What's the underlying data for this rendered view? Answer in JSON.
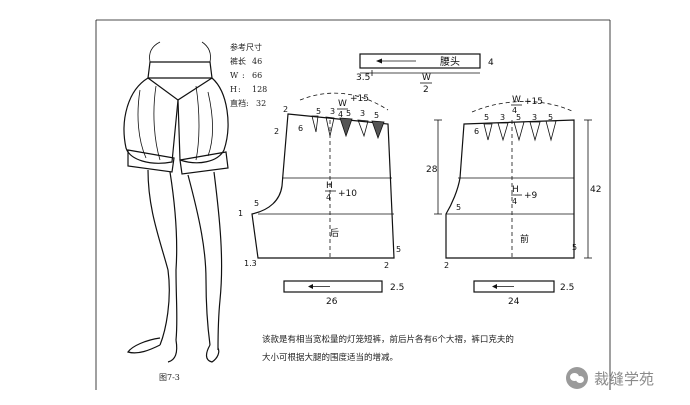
{
  "reference": {
    "title": "参考尺寸",
    "rows": [
      {
        "label": "裤长",
        "value": "46"
      },
      {
        "label": "W",
        "value": "66"
      },
      {
        "label": "H",
        "value": "128"
      },
      {
        "label": "直裆",
        "value": "32"
      }
    ]
  },
  "waistband": {
    "label": "腰头",
    "width": "4",
    "extension": "3.5",
    "formula_w": "W",
    "formula_den": "2"
  },
  "back_piece": {
    "label": "后",
    "top_w": "W",
    "top_den": "4",
    "top_add": "+15",
    "hip_h": "H",
    "hip_den": "4",
    "hip_add": "+10",
    "pleats": [
      "5",
      "3",
      "5",
      "3",
      "5"
    ],
    "left_top": "2",
    "left_second": "2",
    "dart_left": "6",
    "crotch": "5",
    "side_left": "1",
    "hem_left": "1.3",
    "hem_right": "2",
    "right_side": "5"
  },
  "front_piece": {
    "label": "前",
    "top_w": "W",
    "top_den": "4",
    "top_add": "+15",
    "hip_h": "H",
    "hip_den": "4",
    "hip_add": "+9",
    "pleats": [
      "5",
      "3",
      "5",
      "3",
      "5"
    ],
    "dart_left": "6",
    "rise": "28",
    "length": "42",
    "crotch": "5",
    "hem_left": "2",
    "right_side": "5"
  },
  "back_cuff": {
    "length": "26",
    "width": "2.5"
  },
  "front_cuff": {
    "length": "24",
    "width": "2.5"
  },
  "caption": {
    "line1": "该款是有相当宽松量的灯笼短裤，前后片各有6个大褶，裤口克夫的",
    "line2": "大小可根据大腿的围度适当的增减。"
  },
  "figure_label": "图7-3",
  "watermark": {
    "text": "裁缝学苑",
    "icon": "wechat-icon"
  }
}
